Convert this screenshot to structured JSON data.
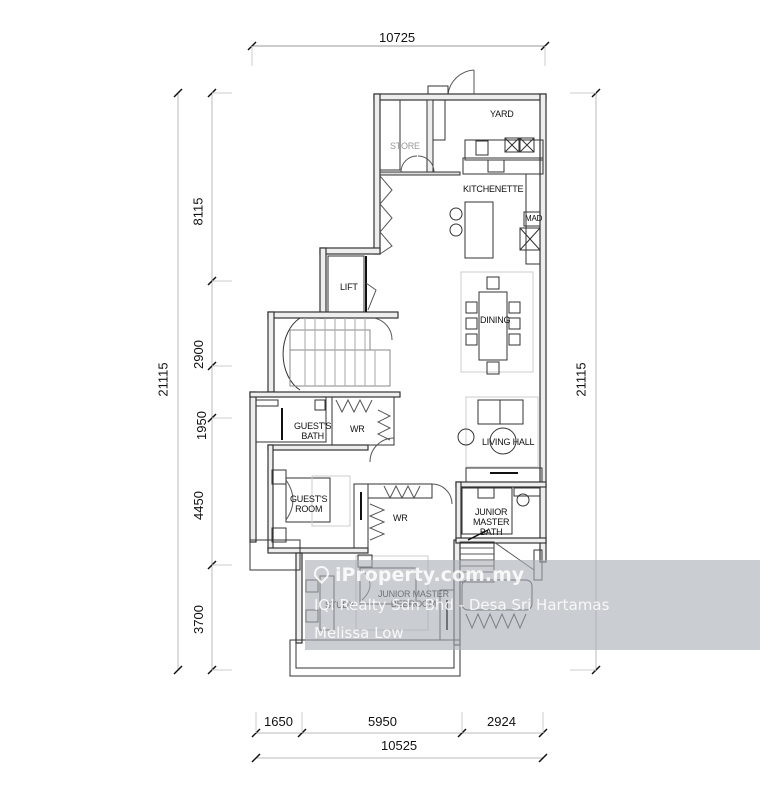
{
  "dimensions": {
    "top_overall": "10725",
    "left_overall": "21115",
    "right_overall": "21115",
    "left_segments": [
      "8115",
      "2900",
      "1950",
      "4450",
      "3700"
    ],
    "bottom_segments": [
      "1650",
      "5950",
      "2924"
    ],
    "bottom_overall": "10525"
  },
  "rooms": {
    "yard": "YARD",
    "store": "STORE",
    "kitchenette": "KITCHENETTE",
    "mad": "MAD",
    "lift": "LIFT",
    "dining": "DINING",
    "guests_bath_line1": "GUEST'S",
    "guests_bath_line2": "BATH",
    "wr_upper": "WR",
    "living_hall": "LIVING HALL",
    "guests_room_line1": "GUEST'S",
    "guests_room_line2": "ROOM",
    "wr_lower": "WR",
    "junior_master_bath_line1": "JUNIOR",
    "junior_master_bath_line2": "MASTER",
    "junior_master_bath_line3": "BATH",
    "study": "STUDY",
    "junior_master_bedroom_line1": "JUNIOR MASTER",
    "junior_master_bedroom_line2": "BEDROOM"
  },
  "watermark": {
    "site": "iProperty.com.my",
    "agency": "IQI Realty Sdn Bhd - Desa Sri Hartamas",
    "agent": "Melissa Low",
    "band_color": "#aaafb4"
  }
}
